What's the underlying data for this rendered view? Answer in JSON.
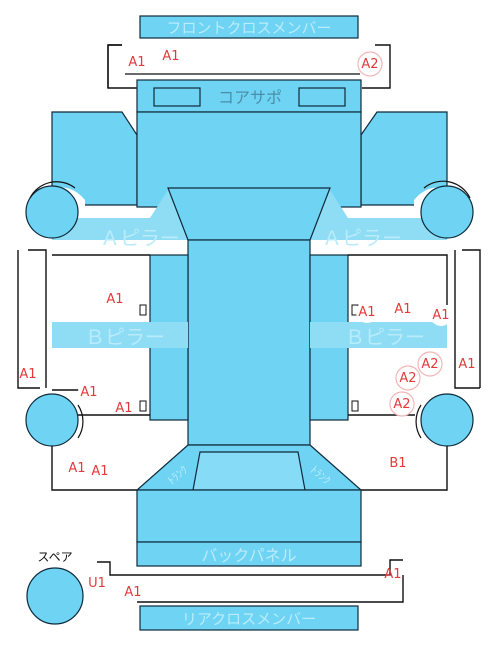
{
  "parts": {
    "front_cross_member": "フロントクロスメンバー",
    "core_support": "コアサポ",
    "a_pillar_left": "Ａピラー",
    "a_pillar_right": "Ａピラー",
    "b_pillar_left": "Ｂピラー",
    "b_pillar_right": "Ｂピラー",
    "back_panel": "バックパネル",
    "rear_cross_member": "リアクロスメンバー",
    "spare": "スペア",
    "trunk_left": "ﾄﾗﾝｸ",
    "trunk_right": "ﾄﾗﾝｸ"
  },
  "markers": [
    {
      "code": "A1",
      "style": "plain"
    },
    {
      "code": "A1",
      "style": "white-dot"
    },
    {
      "code": "A2",
      "style": "circle"
    },
    {
      "code": "A1",
      "style": "plain"
    },
    {
      "code": "A1",
      "style": "white-dot"
    },
    {
      "code": "A1",
      "style": "white-dot"
    },
    {
      "code": "A1",
      "style": "white-dot"
    },
    {
      "code": "A1",
      "style": "plain"
    },
    {
      "code": "A2",
      "style": "circle"
    },
    {
      "code": "A2",
      "style": "circle"
    },
    {
      "code": "A2",
      "style": "circle"
    },
    {
      "code": "A1",
      "style": "plain"
    },
    {
      "code": "A1",
      "style": "white-dot"
    },
    {
      "code": "A1",
      "style": "plain"
    },
    {
      "code": "A1",
      "style": "plain"
    },
    {
      "code": "A1",
      "style": "white-dot"
    },
    {
      "code": "B1",
      "style": "plain"
    },
    {
      "code": "U1",
      "style": "plain"
    },
    {
      "code": "A1",
      "style": "plain"
    },
    {
      "code": "A1",
      "style": "plain"
    }
  ],
  "colors": {
    "panel": "#6fd3f3",
    "marker_text": "#e23a3a",
    "outline": "#0d2a3a"
  }
}
